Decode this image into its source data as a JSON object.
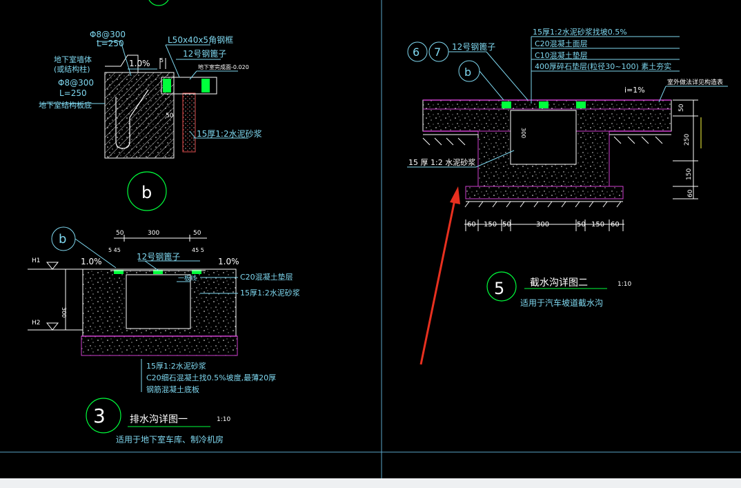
{
  "detail_b": {
    "rebar_top": "Φ8@300",
    "rebar_top_len": "L=250",
    "wall_label_1": "地下室墙体",
    "wall_label_2": "(或结构柱)",
    "rebar_mid": "Φ8@300",
    "rebar_mid_len": "L=250",
    "slab_label": "地下室结构板底",
    "angle_steel": "L50x40x5角钢框",
    "grate": "12号钢篦子",
    "top_label": "地下室完成面-0.020",
    "slope": "1.0%",
    "dim_5": "5",
    "dim_50": "50",
    "mortar": "15厚1:2水泥砂浆",
    "marker": "b"
  },
  "detail_3": {
    "marker_b": "b",
    "dim_top": [
      "50",
      "300",
      "50"
    ],
    "dim_small_left": "5 45",
    "dim_small_right": "45 5",
    "grate": "12号钢篦子",
    "slope_left": "1.0%",
    "slope_right": "1.0%",
    "h1": "H1",
    "h2": "H2",
    "height": "300",
    "c20": "C20混凝土垫层",
    "mortar_right": "15厚1:2水泥砂浆",
    "line_label": "一板线",
    "notes": [
      "15厚1:2水泥砂浆",
      "C20细石混凝土找0.5%坡度,最薄20厚",
      "钢筋混凝土底板"
    ],
    "number": "3",
    "title": "排水沟详图一",
    "scale": "1:10",
    "subtitle": "适用于地下室车库、制冷机房"
  },
  "detail_5": {
    "marker_6": "6",
    "marker_7": "7",
    "grate": "12号钢篦子",
    "marker_b": "b",
    "layers": [
      "15厚1:2水泥砂浆找坡0.5%",
      "C20混凝土面层",
      "C10混凝土垫层",
      "400厚碎石垫层(粒径30~100) 素土夯实"
    ],
    "outdoor_label": "室外做法详见构造表",
    "slope": "i=1%",
    "depth": "300",
    "mortar": "15 厚 1:2 水泥砂浆",
    "right_dims": [
      "50",
      "250",
      "150",
      "60"
    ],
    "bottom_dims": [
      "60",
      "150",
      "50",
      "300",
      "50",
      "150",
      "60"
    ],
    "number": "5",
    "title": "截水沟详图二",
    "scale": "1:10",
    "subtitle": "适用于汽车坡道截水沟"
  },
  "colors": {
    "background": "#000000",
    "cyan": "#7fd8f0",
    "magenta": "#d040d0",
    "green": "#00ff3c",
    "red": "#e8301f",
    "status_bar": "#eef0f2"
  }
}
